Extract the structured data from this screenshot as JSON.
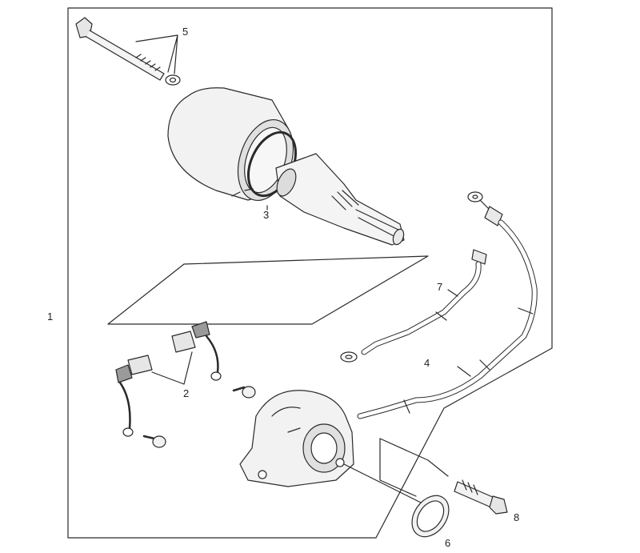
{
  "callouts": {
    "c1": "1",
    "c2": "2",
    "c3": "3",
    "c4": "4",
    "c5": "5",
    "c6": "6",
    "c7": "7",
    "c8": "8"
  },
  "colors": {
    "line": "#2a2a2a",
    "fill_light": "#f2f2f2",
    "fill_mid": "#d9d9d9",
    "fill_dark": "#9a9a9a"
  }
}
